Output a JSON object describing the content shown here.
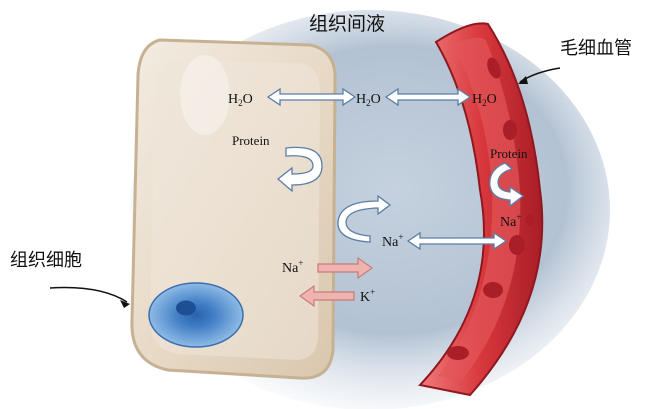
{
  "labels": {
    "interstitial_fluid": "组织间液",
    "capillary": "毛细血管",
    "tissue_cell": "组织细胞",
    "water": "H",
    "water_sub": "2",
    "water_tail": "O",
    "protein": "Protein",
    "sodium": "Na",
    "potassium": "K",
    "plus": "+"
  },
  "colors": {
    "fluid": "#b8c6d6",
    "cell_fill": "#e9dccb",
    "cell_edge": "#c9b69c",
    "nucleus": "#4f8fd0",
    "vessel": "#d9363b",
    "vessel_dark": "#9e1a22",
    "rbc": "#b3222a",
    "arrow_white": "#ffffff",
    "arrow_outline": "#5b7ea6",
    "arrow_pink": "#e9a3a0"
  }
}
